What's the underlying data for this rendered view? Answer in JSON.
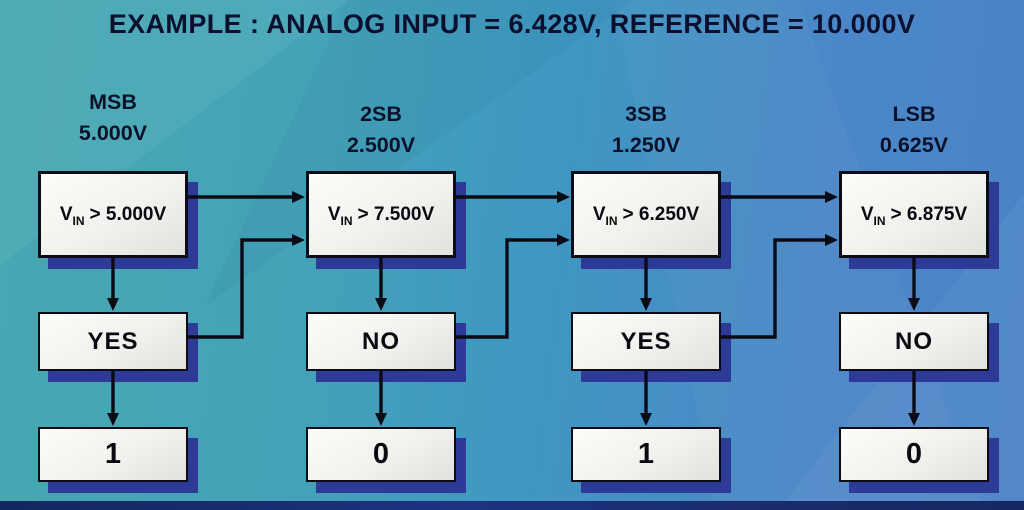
{
  "title": "EXAMPLE : ANALOG INPUT = 6.428V, REFERENCE = 10.000V",
  "columns": [
    {
      "label": "MSB",
      "voltage": "5.000V",
      "vin_symbol": "V",
      "vin_subscript": "IN",
      "comparison": "> 5.000V",
      "decision": "YES",
      "bit": "1"
    },
    {
      "label": "2SB",
      "voltage": "2.500V",
      "vin_symbol": "V",
      "vin_subscript": "IN",
      "comparison": "> 7.500V",
      "decision": "NO",
      "bit": "0"
    },
    {
      "label": "3SB",
      "voltage": "1.250V",
      "vin_symbol": "V",
      "vin_subscript": "IN",
      "comparison": "> 6.250V",
      "decision": "YES",
      "bit": "1"
    },
    {
      "label": "LSB",
      "voltage": "0.625V",
      "vin_symbol": "V",
      "vin_subscript": "IN",
      "comparison": "> 6.875V",
      "decision": "NO",
      "bit": "0"
    }
  ],
  "colors": {
    "background_left": "#46a8b1",
    "background_right": "#4b83c5",
    "box_fill": "#f1f1ed",
    "box_border": "#0c0c16",
    "box_shadow": "#2e3a97",
    "line": "#0b0b15",
    "title_text": "#0c102e",
    "bottom_bar": "#1f3280"
  }
}
